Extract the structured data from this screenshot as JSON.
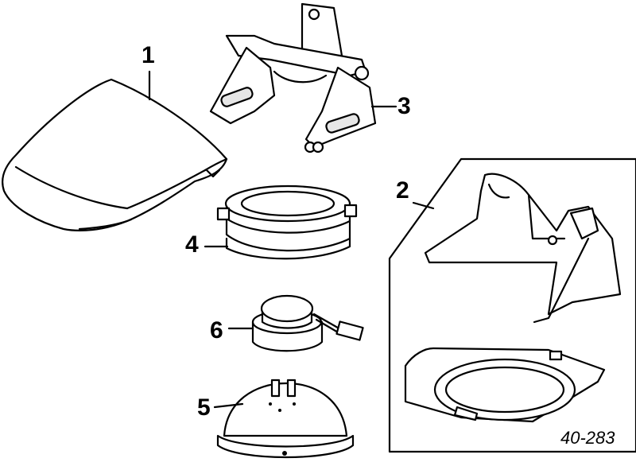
{
  "callouts": {
    "1": "1",
    "2": "2",
    "3": "3",
    "4": "4",
    "5": "5",
    "6": "6"
  },
  "reference_code": "40-283"
}
